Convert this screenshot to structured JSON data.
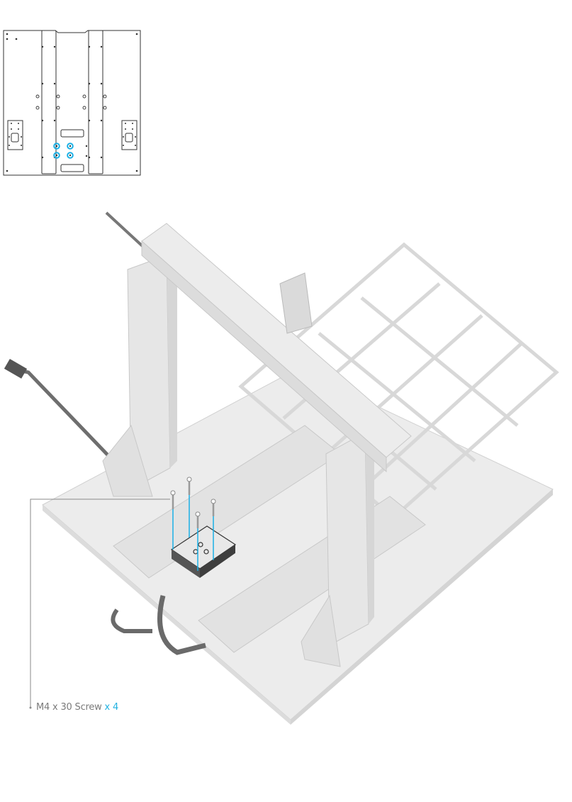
{
  "diagram": {
    "type": "assembly-instruction",
    "top_view": {
      "name": "base-plate-top-view",
      "highlighted_holes": 4,
      "highlight_color": "#1ab0e6"
    },
    "callout": {
      "part": "M4 x 30 Screw",
      "quantity": "x 4",
      "part_color": "#7a7a7a",
      "quantity_color": "#1fb0e0"
    }
  }
}
